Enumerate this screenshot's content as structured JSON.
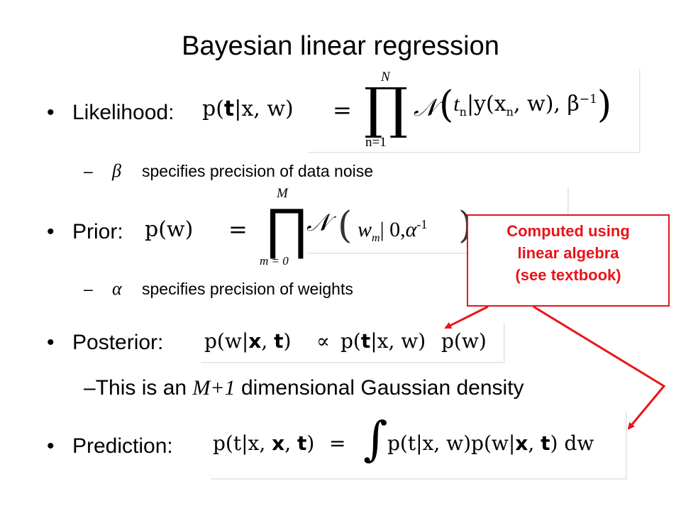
{
  "slide": {
    "title": "Bayesian linear regression",
    "bullet_glyph": "•",
    "dash_glyph": "–",
    "likelihood": {
      "label": "Likelihood:",
      "lhs": {
        "p": "p(",
        "t": "t",
        "rest": "|x, w)"
      },
      "rhs": {
        "eq": "=",
        "prod": "∏",
        "upper": "N",
        "lower": "n=1",
        "dist": "𝒩",
        "args": "t",
        "args_sub": "n",
        "args2": "|y(x",
        "args2_sub": "n",
        "args3": ", w), β",
        "args3_sup": "−1"
      },
      "note_symbol": "β",
      "note": "specifies precision of data noise"
    },
    "prior": {
      "label": "Prior:",
      "lhs": "p(w)",
      "eq": "=",
      "prod": "∏",
      "upper": "M",
      "lower": "m = 0",
      "dist": "𝒩",
      "open": "(",
      "arg_w": "w",
      "arg_sub": "m",
      "arg_rest": "| 0,",
      "arg_alpha": "α",
      "arg_sup": "-1",
      "close": ")",
      "note_symbol": "α",
      "note": "specifies precision of weights"
    },
    "posterior": {
      "label": "Posterior:",
      "lhs_pre": "p(w|",
      "lhs_bold_x": "x",
      "lhs_sep": ", ",
      "lhs_bold_t": "t",
      "lhs_close": ")",
      "propto": "∝",
      "mid_pre": "p(",
      "mid_bold_t": "t",
      "mid_rest": "|x, w)",
      "rhs": "p(w)",
      "note_prefix": "This is an",
      "note_var": "M+1",
      "note_suffix": "dimensional Gaussian density"
    },
    "prediction": {
      "label": "Prediction:",
      "lhs_pre": "p(t|x, ",
      "lhs_bold_x": "x",
      "lhs_sep": ", ",
      "lhs_bold_t": "t",
      "lhs_close": ")",
      "eq": "=",
      "integral": "∫",
      "body_pre": "p(t|x, w)p(w|",
      "body_bold_x": "x",
      "body_sep": ", ",
      "body_bold_t": "t",
      "body_close": ") dw"
    },
    "callout": {
      "line1": "Computed using",
      "line2": "linear algebra",
      "line3": "(see textbook)",
      "color": "#e8141a"
    }
  }
}
